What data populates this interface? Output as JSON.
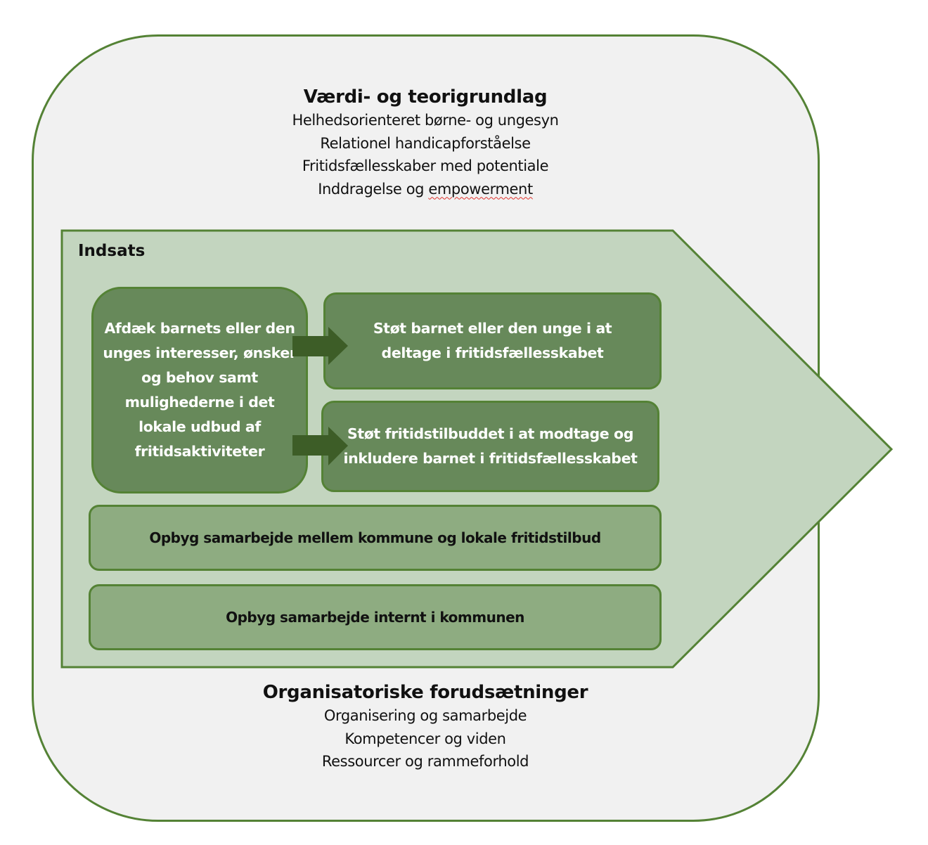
{
  "colors": {
    "outer_fill": "#f1f1f1",
    "outline": "#548235",
    "indsats_fill": "#c3d5bf",
    "dark_box": "#67895a",
    "light_box": "#8eac81",
    "arrow": "#3d5d27"
  },
  "values_theory": {
    "title": "Værdi- og teorigrundlag",
    "lines": [
      "Helhedsorienteret børne- og ungesyn",
      "Relationel handicapforståelse",
      "Fritidsfællesskaber med potentiale",
      "Inddragelse og ",
      "empowerment"
    ]
  },
  "indsats": {
    "title": "Indsats",
    "left_box": "Afdæk barnets eller den unges interesser, ønsker og behov samt mulighederne i det lokale udbud af fritidsaktiviteter",
    "right_boxes": [
      "Støt barnet eller den unge i at deltage i fritidsfællesskabet",
      "Støt fritidstilbuddet i at modtage og inkludere barnet i fritidsfællesskabet"
    ],
    "wide_boxes": [
      "Opbyg samarbejde mellem kommune og lokale fritidstilbud",
      "Opbyg samarbejde internt i kommunen"
    ],
    "arrow_icon": "right-arrow"
  },
  "organisational": {
    "title": "Organisatoriske forudsætninger",
    "lines": [
      "Organisering og samarbejde",
      "Kompetencer og viden",
      "Ressourcer og rammeforhold"
    ]
  }
}
